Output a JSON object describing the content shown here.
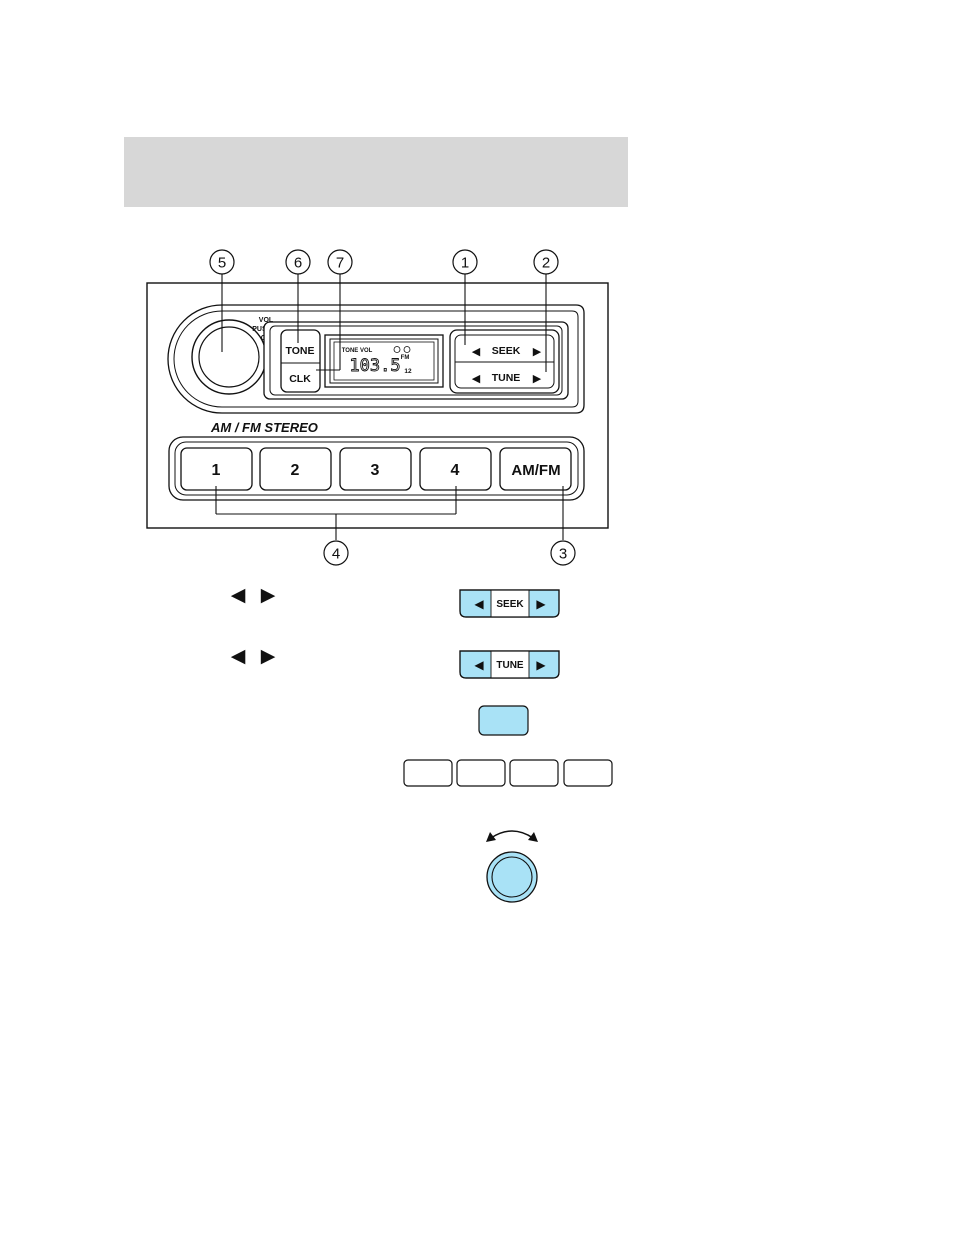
{
  "radio": {
    "knob_label_line1": "VOL",
    "knob_label_line2": "PUSH",
    "knob_label_line3": "ON",
    "tone_label": "TONE",
    "clk_label": "CLK",
    "display": {
      "indicators": "TONE VOL",
      "band": "FM",
      "frequency": "103.5",
      "preset": "12"
    },
    "seek_label": "SEEK",
    "tune_label": "TUNE",
    "model_name": "AM / FM STEREO",
    "presets": [
      "1",
      "2",
      "3",
      "4"
    ],
    "amfm_label": "AM/FM"
  },
  "callouts": [
    "5",
    "6",
    "7",
    "1",
    "2",
    "4",
    "3"
  ],
  "legend": {
    "seek_label": "SEEK",
    "tune_label": "TUNE"
  },
  "colors": {
    "highlight": "#a9e2f6",
    "header_band": "#d7d7d7",
    "line": "#111111"
  },
  "icons": {
    "arrow_left": "◀",
    "arrow_right": "▶"
  }
}
